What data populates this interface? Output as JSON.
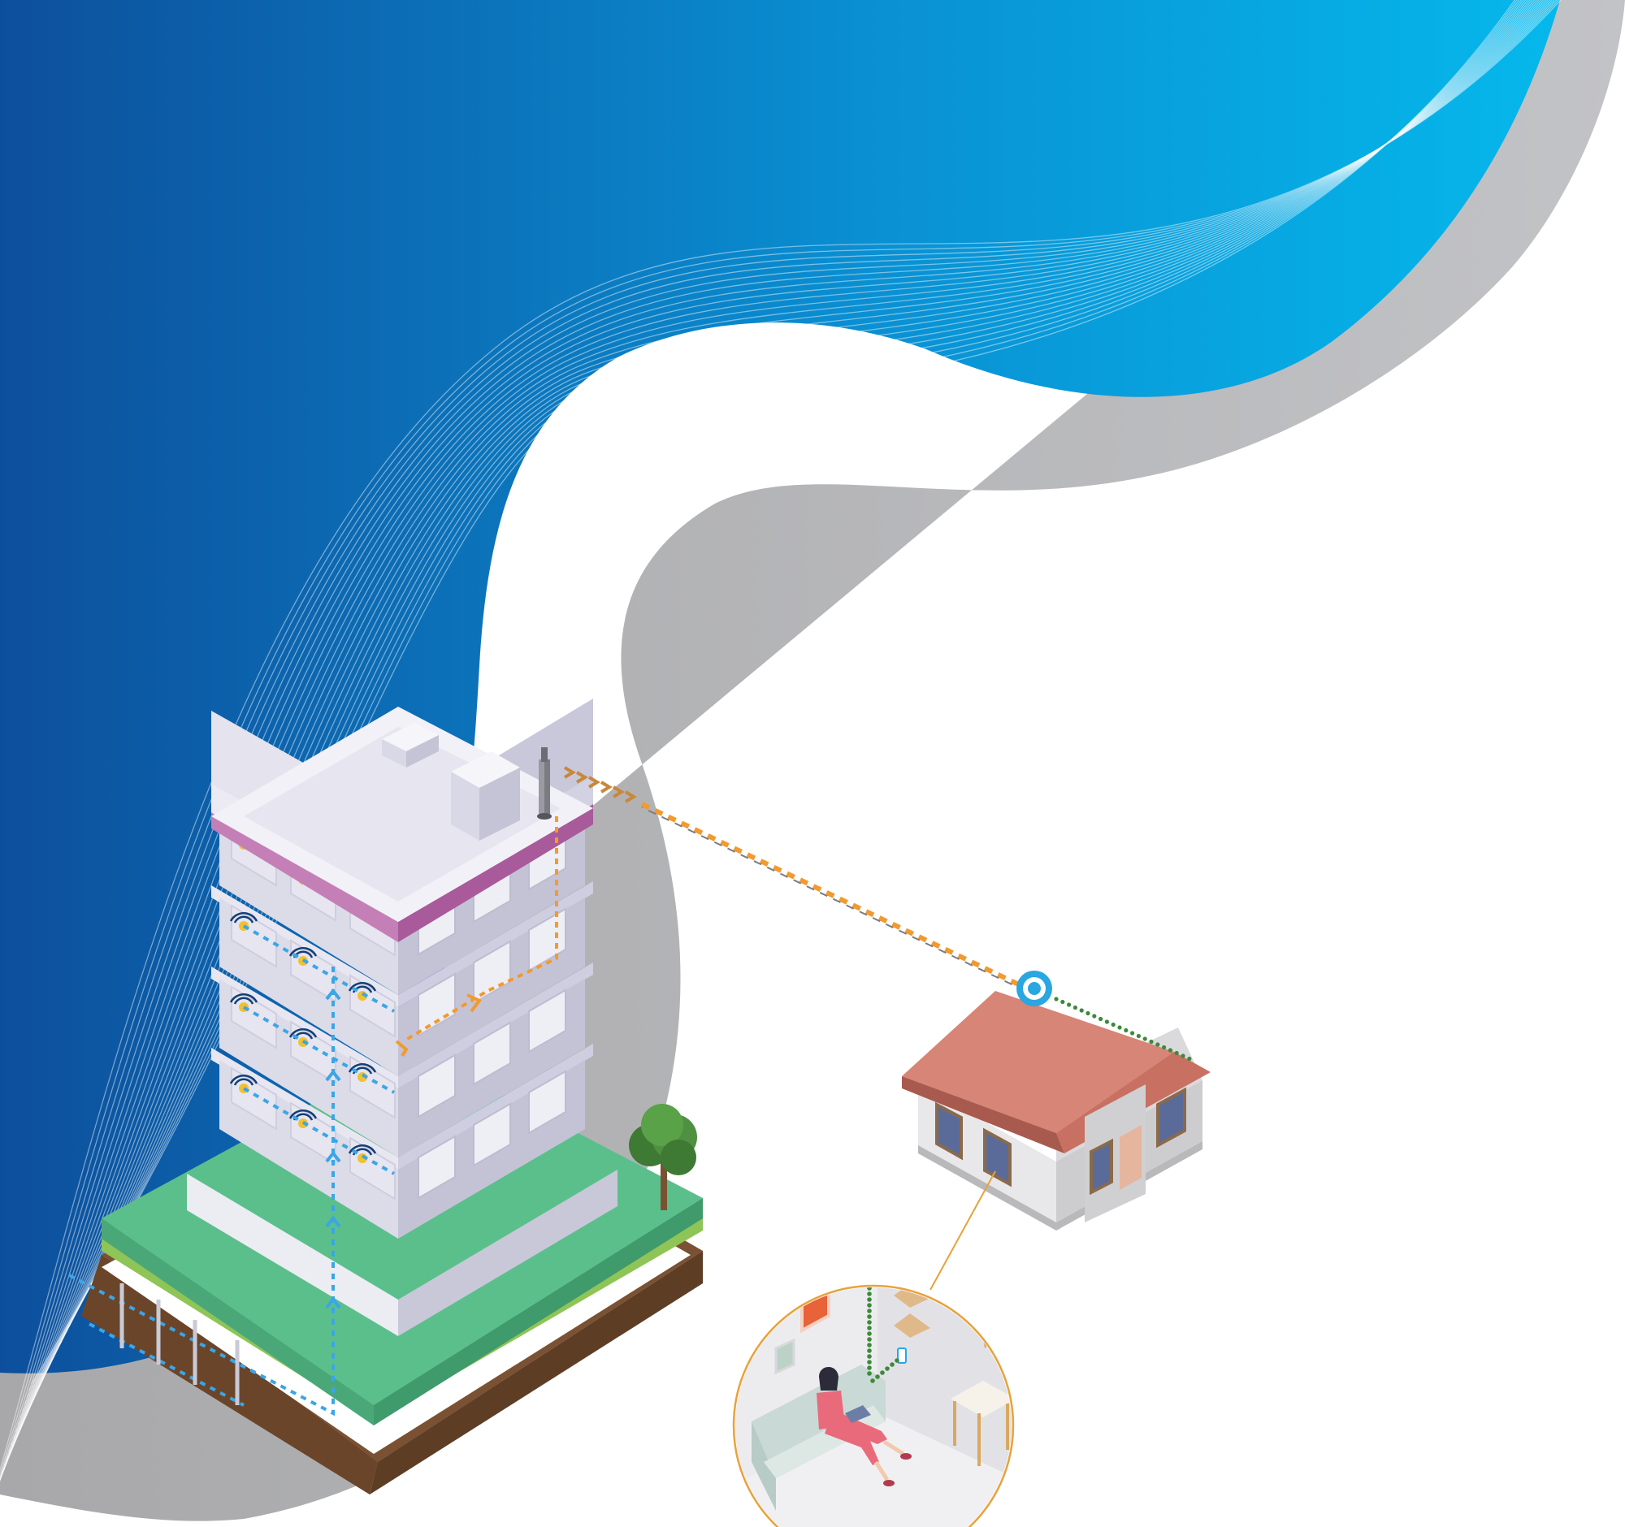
{
  "colors": {
    "background": "#ffffff",
    "wave_dark": "#0d4f9c",
    "wave_light": "#05b2e8",
    "wave_shadow": "#b3b3b5",
    "fiber_blue": "#3aa6e6",
    "microwave_orange": "#f29a2e",
    "wifi_green": "#3d8a3a",
    "roof_red": "#d68577",
    "lawn_green": "#5bbf8c",
    "soil_brown": "#7a5233",
    "building_face": "#dcdbe8",
    "building_trim": "#c479b2"
  },
  "icons": {
    "rooftop_antenna": "antenna-icon",
    "apartment_routers": "wifi-router-icon",
    "house_receiver": "receiver-dish-icon",
    "tree": "tree-icon",
    "person": "person-with-laptop-icon"
  },
  "scene": {
    "apartment_floors": 4,
    "units_per_floor": 3,
    "house_count": 1,
    "inset_view": "living-room"
  }
}
